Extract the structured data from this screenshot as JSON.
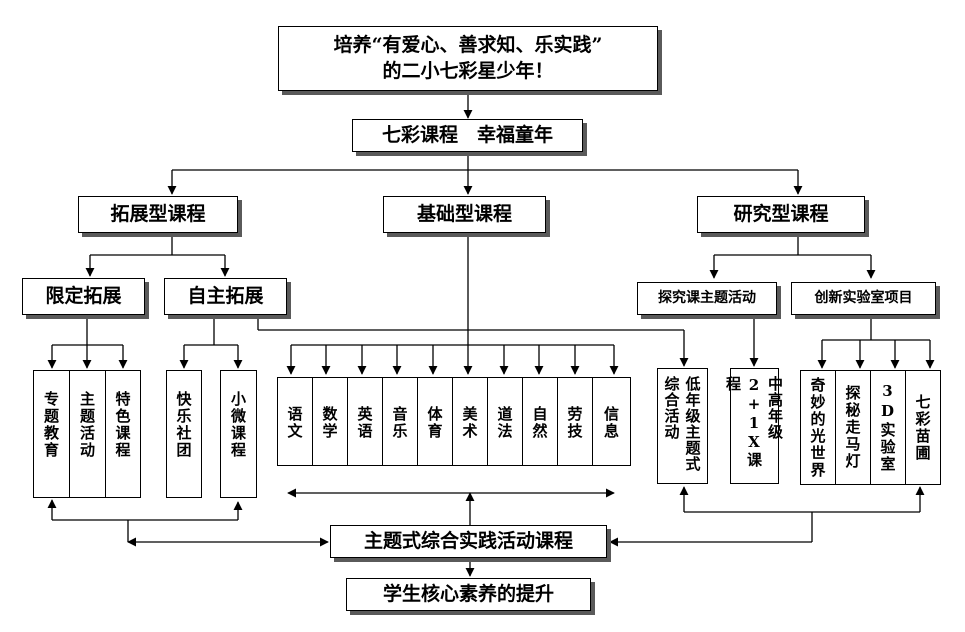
{
  "top": {
    "line1": "培养“有爱心、善求知、乐实践”",
    "line2": "的二小七彩星少年！"
  },
  "core": "七彩课程　幸福童年",
  "branches": {
    "extend": "拓展型课程",
    "basic": "基础型课程",
    "research": "研究型课程"
  },
  "extend_sub": {
    "limited": "限定拓展",
    "self": "自主拓展"
  },
  "research_sub": {
    "inquiry": "探究课主题活动",
    "lab": "创新实验室项目"
  },
  "limited_items": [
    "专题教育",
    "主题活动",
    "特色课程"
  ],
  "self_items": [
    "快乐社团",
    "小微课程"
  ],
  "basic_items": [
    "语文",
    "数学",
    "英语",
    "音乐",
    "体育",
    "美术",
    "道法",
    "自然",
    "劳技",
    "信息"
  ],
  "inquiry_items": [
    "低年级主题式综合活动",
    "中高年级2+1X课程"
  ],
  "lab_items": [
    "奇妙的光世界",
    "探秘走马灯",
    "3D实验室",
    "七彩苗圃"
  ],
  "practice": "主题式综合实践活动课程",
  "result": "学生核心素养的提升"
}
